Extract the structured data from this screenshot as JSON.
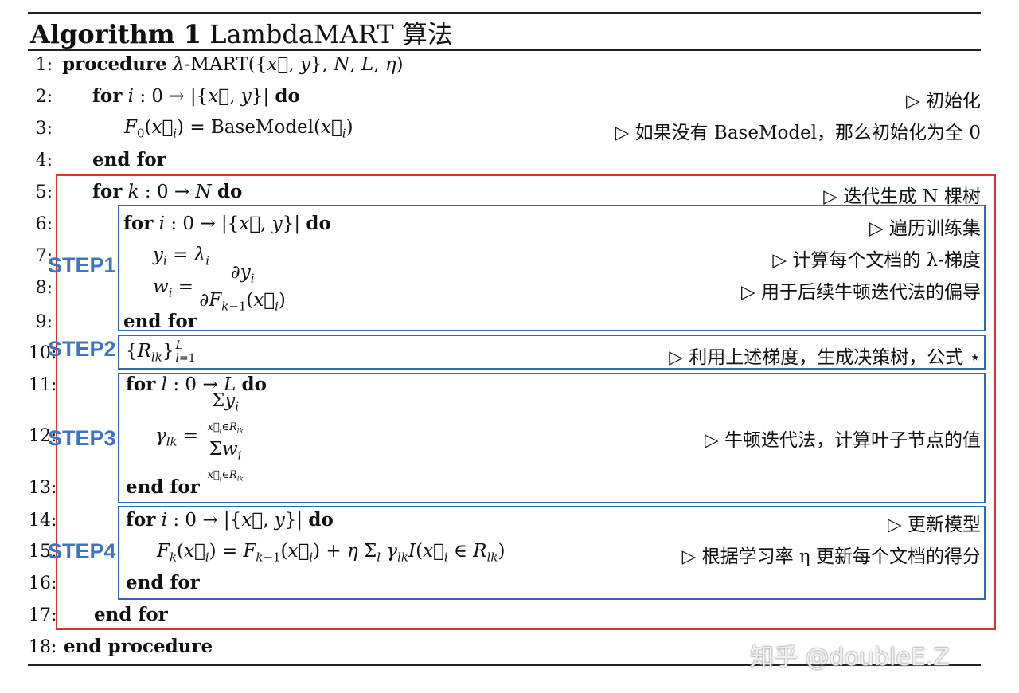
{
  "title": {
    "prefix": "Algorithm 1",
    "name": "LambdaMART 算法"
  },
  "lines": [
    {
      "num": "1:",
      "code": "procedure λ-MART({x⃗, y}, N, L, η)",
      "comment": ""
    },
    {
      "num": "2:",
      "code": "for i : 0 → |{x⃗, y}| do",
      "comment": "▷ 初始化"
    },
    {
      "num": "3:",
      "code": "F₀(x⃗ᵢ) = BaseModel(x⃗ᵢ)",
      "comment": "▷ 如果没有 BaseModel，那么初始化为全 0"
    },
    {
      "num": "4:",
      "code": "end for",
      "comment": ""
    },
    {
      "num": "5:",
      "code": "for k : 0 → N do",
      "comment": "▷ 迭代生成 N 棵树"
    },
    {
      "num": "6:",
      "code": "for i : 0 → |{x⃗, y}| do",
      "comment": "▷ 遍历训练集"
    },
    {
      "num": "7:",
      "code": "yᵢ = λᵢ",
      "comment": "▷ 计算每个文档的 λ-梯度"
    },
    {
      "num": "8:",
      "code": "wᵢ = ∂yᵢ / ∂Fₖ₋₁(x⃗ᵢ)",
      "comment": "▷ 用于后续牛顿迭代法的偏导"
    },
    {
      "num": "9:",
      "code": "end for",
      "comment": ""
    },
    {
      "num": "10:",
      "code": "{Rₗₖ}ₗ₌₁ᴸ",
      "comment": "▷ 利用上述梯度，生成决策树，公式 ⋆"
    },
    {
      "num": "11:",
      "code": "for l : 0 → L do",
      "comment": ""
    },
    {
      "num": "12:",
      "code": "γₗₖ = Σ yᵢ / Σ wᵢ",
      "comment": "▷ 牛顿迭代法，计算叶子节点的值"
    },
    {
      "num": "13:",
      "code": "end for",
      "comment": ""
    },
    {
      "num": "14:",
      "code": "for i : 0 → |{x⃗, y}| do",
      "comment": "▷ 更新模型"
    },
    {
      "num": "15:",
      "code": "Fₖ(x⃗ᵢ) = Fₖ₋₁(x⃗ᵢ) + η Σₗ γₗₖ I(x⃗ᵢ ∈ Rₗₖ)",
      "comment": "▷ 根据学习率 η 更新每个文档的得分"
    },
    {
      "num": "16:",
      "code": "end for",
      "comment": ""
    },
    {
      "num": "17:",
      "code": "end for",
      "comment": ""
    },
    {
      "num": "18:",
      "code": "end procedure",
      "comment": ""
    }
  ],
  "steps": [
    "STEP1",
    "STEP2",
    "STEP3",
    "STEP4"
  ],
  "watermark": "知乎 @doubleE.Z",
  "colors": {
    "red_box": "#d2382c",
    "blue_box": "#2e6bb0",
    "step_label": "#3f74c4"
  }
}
